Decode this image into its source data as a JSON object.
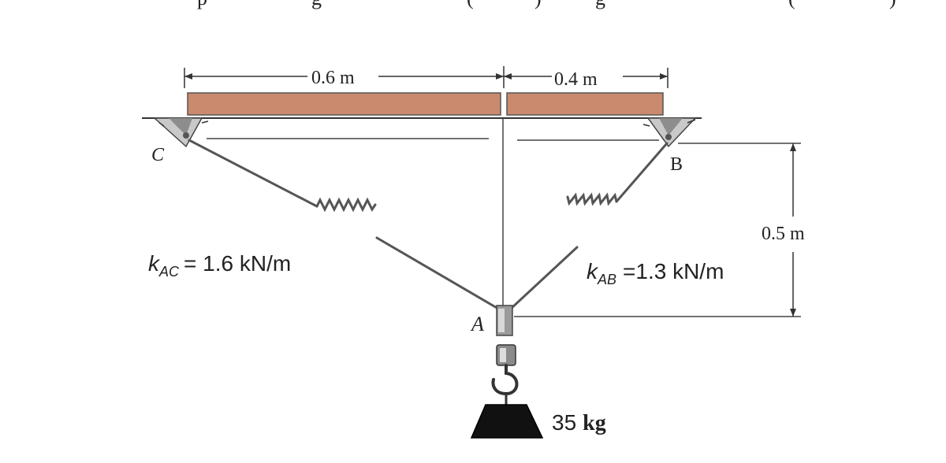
{
  "header_fragments": [
    "p",
    "g",
    "(",
    ")",
    "g",
    "(",
    ")"
  ],
  "dimensions": {
    "left_span": "0.6 m",
    "right_span": "0.4 m",
    "height": "0.5 m"
  },
  "points": {
    "c": "C",
    "b": "B",
    "a": "A"
  },
  "springs": {
    "ac": {
      "k_symbol": "k",
      "subscript": "AC",
      "value": "= 1.6 kN/m"
    },
    "ab": {
      "k_symbol": "k",
      "subscript": "AB",
      "value": "=1.3 kN/m"
    }
  },
  "load": {
    "mass_value": "35",
    "mass_unit": "kg"
  },
  "colors": {
    "beam": "#c98a6e",
    "line": "#333333",
    "weight": "#111111"
  }
}
